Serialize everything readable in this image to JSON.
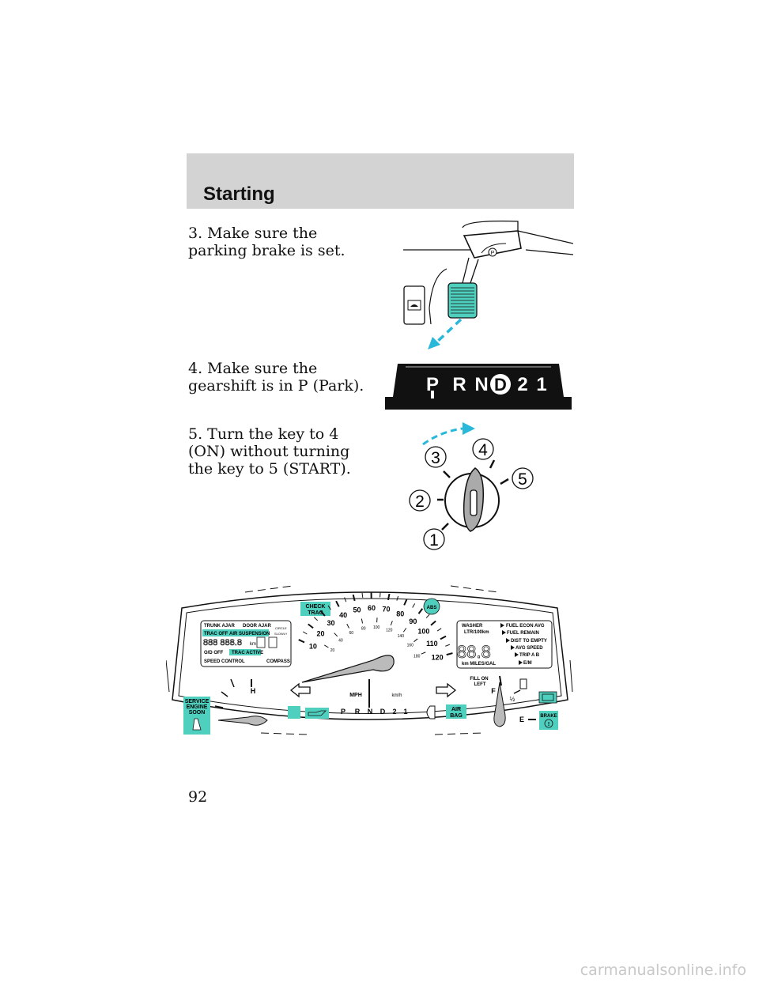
{
  "header": {
    "title": "Starting"
  },
  "steps": [
    "3. Make sure the parking brake is set.",
    "4. Make sure the gearshift is in P (Park).",
    "5. Turn the key to 4 (ON) without turning the key to 5 (START)."
  ],
  "parking_brake": {
    "lever_symbol": "P"
  },
  "gear_indicator": {
    "letters": [
      "P",
      "R",
      "N",
      "D",
      "2",
      "1"
    ],
    "selected_letter": "D"
  },
  "ignition": {
    "positions": [
      "1",
      "2",
      "3",
      "4",
      "5"
    ]
  },
  "cluster": {
    "left_display": {
      "row1": [
        "TRUNK AJAR",
        "DOOR AJAR"
      ],
      "row2": [
        "TRAC OFF",
        "AIR SUSPENSION"
      ],
      "side_labels": [
        "CIRCLE",
        "SLOWLY"
      ],
      "digits": "888 888.8",
      "digit_unit": "km",
      "row3": [
        "O/D OFF",
        "TRAC ACTIVE"
      ],
      "row4": [
        "SPEED CONTROL",
        "COMPASS"
      ]
    },
    "speedometer": {
      "mph_labels": [
        "10",
        "20",
        "30",
        "40",
        "50",
        "60",
        "70",
        "80",
        "90",
        "100",
        "110",
        "120"
      ],
      "kmh_labels": [
        "20",
        "40",
        "60",
        "80",
        "100",
        "120",
        "140",
        "160",
        "180"
      ],
      "mph_unit": "MPH",
      "kmh_unit": "km/h"
    },
    "gear_row": [
      "P",
      "R",
      "N",
      "D",
      "2",
      "1"
    ],
    "right_display": {
      "left_labels": [
        "WASHER",
        "LTR/100km"
      ],
      "digits": "88.8",
      "bottom_label": "km  MILES/GAL",
      "right_labels": [
        "FUEL ECON AVG",
        "FUEL REMAIN",
        "DIST TO EMPTY",
        "AVG SPEED",
        "TRIP A B",
        "E/M"
      ]
    },
    "fuel_gauge": {
      "full": "F",
      "half": "½",
      "empty": "E",
      "fill_note": [
        "FILL ON",
        "LEFT"
      ]
    },
    "temp_gauge": {
      "hot": "H"
    },
    "warning_lights": {
      "check_trac": [
        "CHECK",
        "TRAC"
      ],
      "abs": "ABS",
      "service_engine_soon": [
        "SERVICE",
        "ENGINE",
        "SOON"
      ],
      "air_bag": [
        "AIR",
        "BAG"
      ],
      "brake": "BRAKE",
      "brake_symbol": "!"
    }
  },
  "page_number": "92",
  "footer": "carmanualsonline.info"
}
